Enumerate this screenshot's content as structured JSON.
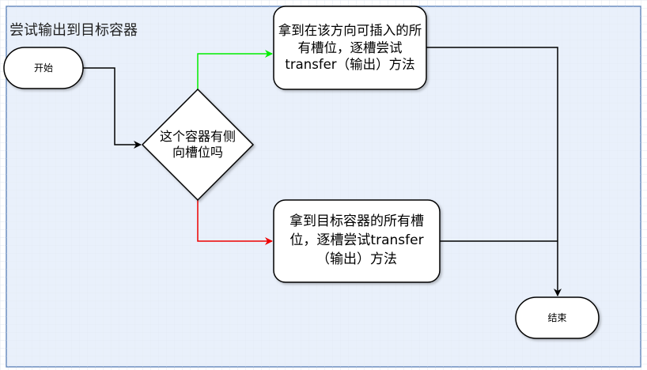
{
  "diagram": {
    "container_title": "尝试输出到目标容器",
    "nodes": {
      "start": "开始",
      "decision": "这个容器有侧向槽位吗",
      "side_slots": "拿到在该方向可插入的所有槽位，逐槽尝试transfer（输出）方法",
      "all_slots": "拿到目标容器的所有槽位，逐槽尝试transfer（输出）方法",
      "end": "结束"
    },
    "edges": [
      {
        "from": "start",
        "to": "decision",
        "color": "#000000"
      },
      {
        "from": "decision",
        "to": "side_slots",
        "color": "#00ee00",
        "meaning": "yes"
      },
      {
        "from": "decision",
        "to": "all_slots",
        "color": "#ee0000",
        "meaning": "no"
      },
      {
        "from": "side_slots",
        "to": "end",
        "color": "#000000"
      },
      {
        "from": "all_slots",
        "to": "end",
        "color": "#000000"
      }
    ],
    "colors": {
      "container_fill": "#e9f0fb",
      "container_stroke": "#6c8ebf"
    }
  }
}
